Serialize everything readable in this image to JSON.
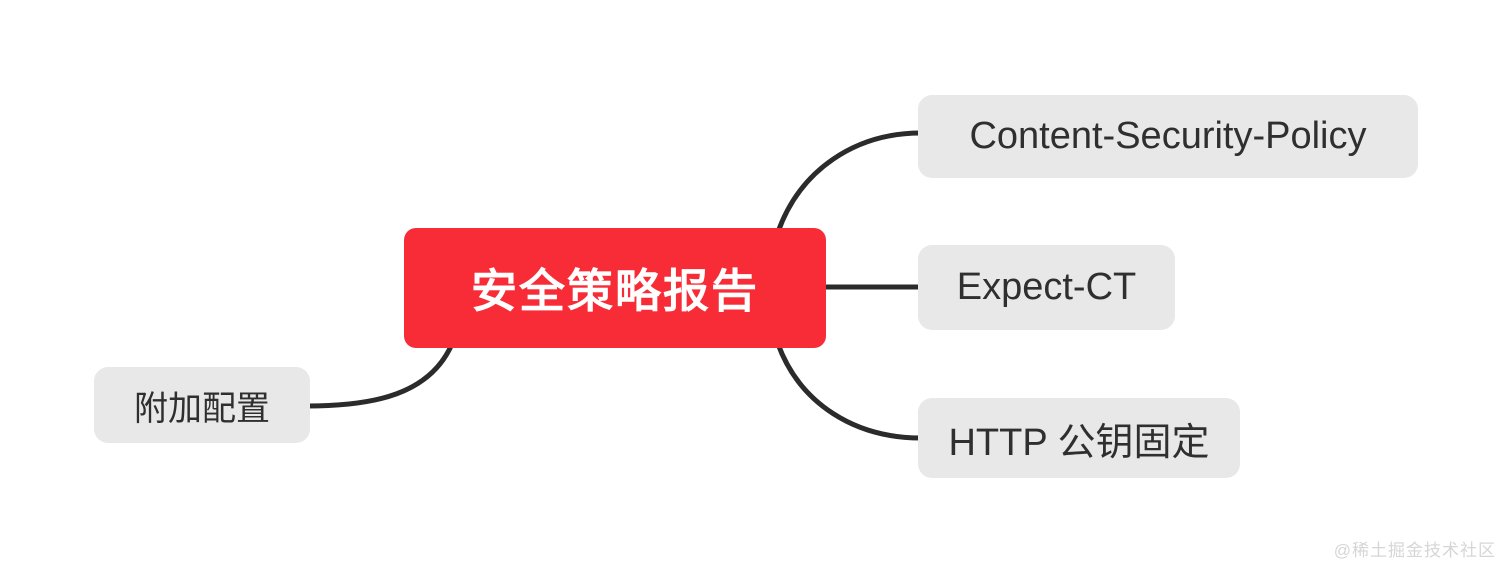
{
  "diagram": {
    "type": "mind-map",
    "background_color": "#ffffff",
    "root": {
      "label": "安全策略报告",
      "fill_color": "#f72c36",
      "text_color": "#ffffff"
    },
    "branches": [
      {
        "id": "csp",
        "label": "Content-Security-Policy",
        "side": "right",
        "fill_color": "#e8e8e8",
        "text_color": "#2f2f2f",
        "connector": "curve-up"
      },
      {
        "id": "expect-ct",
        "label": "Expect-CT",
        "side": "right",
        "fill_color": "#e8e8e8",
        "text_color": "#2f2f2f",
        "connector": "straight"
      },
      {
        "id": "hpkp",
        "label": "HTTP 公钥固定",
        "side": "right",
        "fill_color": "#e8e8e8",
        "text_color": "#2f2f2f",
        "connector": "curve-down"
      },
      {
        "id": "extra",
        "label": "附加配置",
        "side": "left",
        "fill_color": "#e8e8e8",
        "text_color": "#2f2f2f",
        "connector": "curve-down-left"
      }
    ],
    "connector_color": "#2b2b2b",
    "connector_width": 5
  },
  "watermark": {
    "text": "@稀土掘金技术社区",
    "color": "#d6d6d6"
  }
}
